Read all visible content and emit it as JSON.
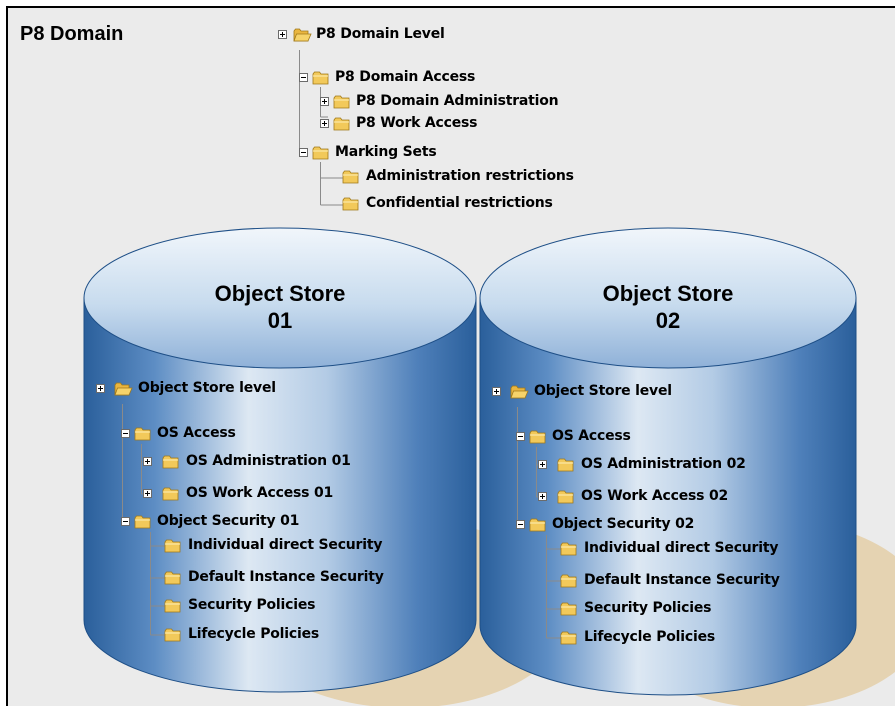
{
  "colors": {
    "background": "#ebebeb",
    "cylinder_light": "#dde8f3",
    "cylinder_dark": "#2a5f9b",
    "shadow": "#e5d3b2",
    "folder": "#f2c95a",
    "connector": "#8a8a8a"
  },
  "icons": [
    "folder-open-icon",
    "folder-icon",
    "expand-plus-icon",
    "collapse-minus-icon"
  ],
  "domain": {
    "title": "P8 Domain",
    "tree": {
      "root": "P8 Domain Level",
      "access": "P8 Domain Access",
      "administration": "P8 Domain Administration",
      "work_access": "P8 Work Access",
      "marking_sets": "Marking Sets",
      "admin_restrictions": "Administration restrictions",
      "confidential_restrictions": "Confidential restrictions"
    }
  },
  "stores": [
    {
      "title_line1": "Object Store",
      "title_line2": "01",
      "tree": {
        "root": "Object Store level",
        "access": "OS Access",
        "administration": "OS Administration 01",
        "work_access": "OS Work Access 01",
        "security": "Object Security 01",
        "direct_security": "Individual direct Security",
        "default_security": "Default Instance Security",
        "security_policies": "Security Policies",
        "lifecycle_policies": "Lifecycle Policies"
      }
    },
    {
      "title_line1": "Object Store",
      "title_line2": "02",
      "tree": {
        "root": "Object Store level",
        "access": "OS Access",
        "administration": "OS Administration 02",
        "work_access": "OS Work Access 02",
        "security": "Object Security 02",
        "direct_security": "Individual direct Security",
        "default_security": "Default Instance Security",
        "security_policies": "Security Policies",
        "lifecycle_policies": "Lifecycle Policies"
      }
    }
  ]
}
